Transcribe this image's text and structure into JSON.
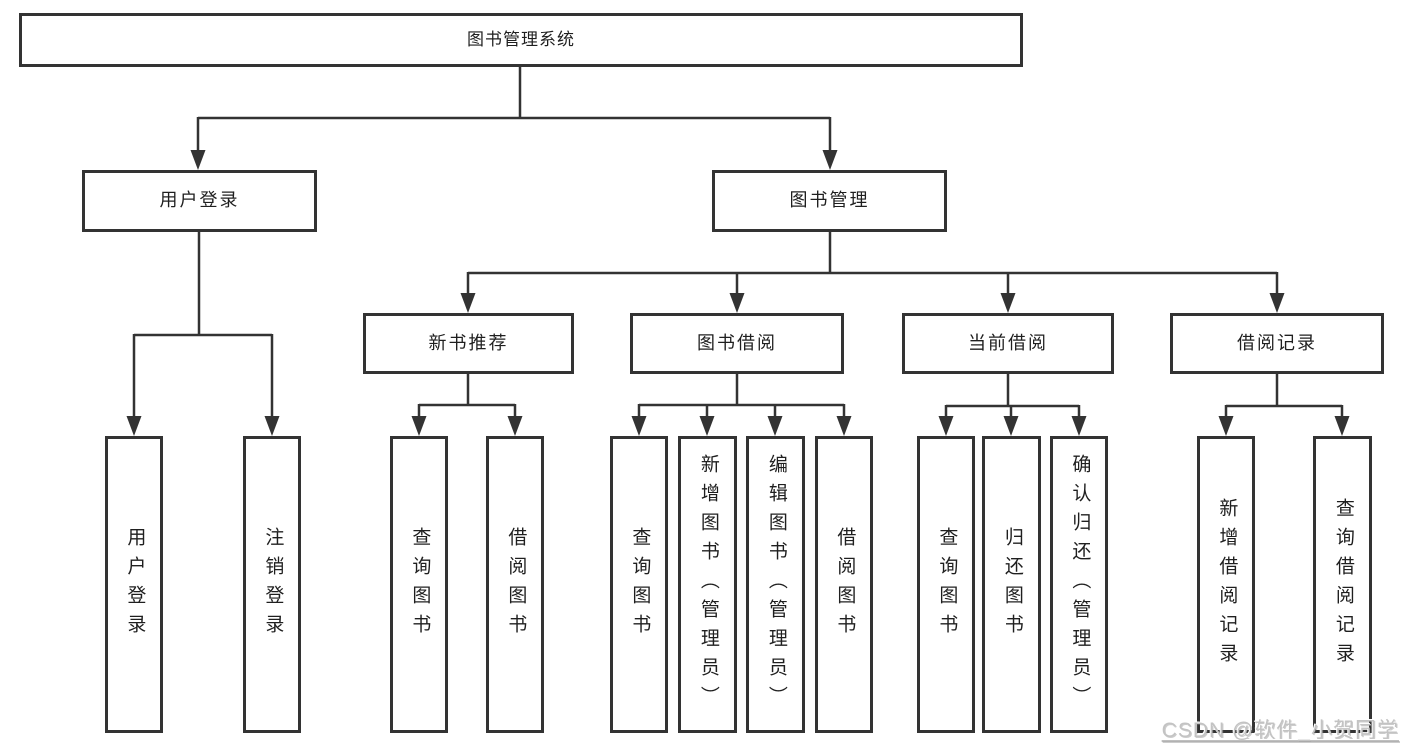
{
  "diagram": {
    "tree": {
      "root": {
        "label": "图书管理系统",
        "children": [
          {
            "label": "用户登录",
            "children": [
              {
                "label": "用户登录"
              },
              {
                "label": "注销登录"
              }
            ]
          },
          {
            "label": "图书管理",
            "children": [
              {
                "label": "新书推荐",
                "children": [
                  {
                    "label": "查询图书"
                  },
                  {
                    "label": "借阅图书"
                  }
                ]
              },
              {
                "label": "图书借阅",
                "children": [
                  {
                    "label": "查询图书"
                  },
                  {
                    "label": "新增图书（管理员）"
                  },
                  {
                    "label": "编辑图书（管理员）"
                  },
                  {
                    "label": "借阅图书"
                  }
                ]
              },
              {
                "label": "当前借阅",
                "children": [
                  {
                    "label": "查询图书"
                  },
                  {
                    "label": "归还图书"
                  },
                  {
                    "label": "确认归还（管理员）"
                  }
                ]
              },
              {
                "label": "借阅记录",
                "children": [
                  {
                    "label": "新增借阅记录"
                  },
                  {
                    "label": "查询借阅记录"
                  }
                ]
              }
            ]
          }
        ]
      }
    },
    "colors": {
      "line": "#333333",
      "box_border": "#333333",
      "text": "#1f1f1f",
      "background": "#ffffff",
      "watermark": "#c3c3c3"
    }
  },
  "watermark": {
    "text": "CSDN @软件_小贺同学"
  }
}
